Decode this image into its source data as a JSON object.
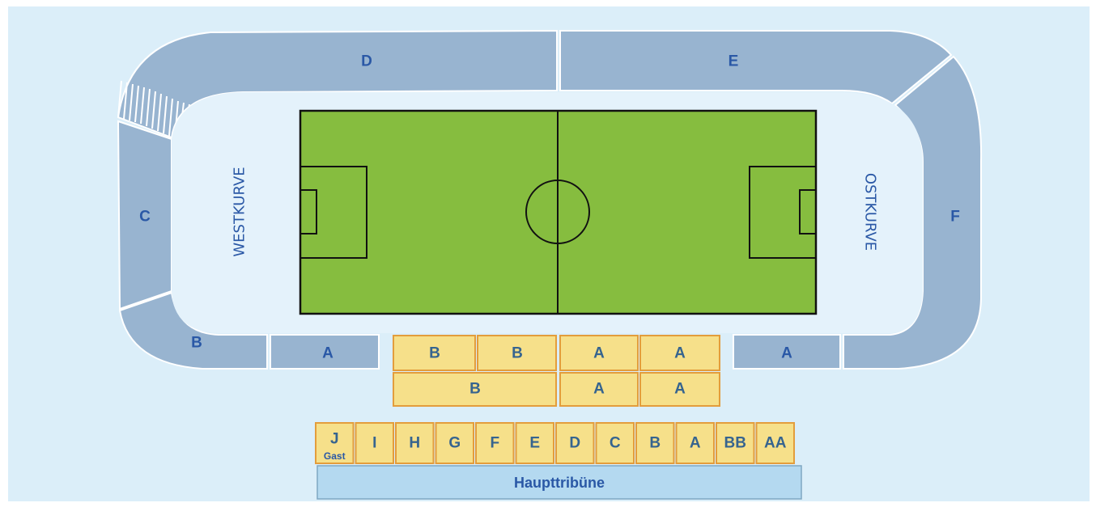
{
  "curves": {
    "west": "WESTKURVE",
    "east": "OSTKURVE"
  },
  "outer_sections": {
    "d": "D",
    "e": "E",
    "c": "C",
    "f": "F",
    "b": "B",
    "a_left": "A",
    "a_right": "A"
  },
  "center_stand": {
    "row1": [
      "B",
      "B",
      "A",
      "A"
    ],
    "row2": [
      "B",
      "A",
      "A"
    ]
  },
  "main_stand": {
    "blocks": [
      "J",
      "I",
      "H",
      "G",
      "F",
      "E",
      "D",
      "C",
      "B",
      "A",
      "BB",
      "AA"
    ],
    "guest_note": "Gast",
    "name": "Haupttribüne"
  },
  "colors": {
    "background": "#dbeef9",
    "stand_grey": "#98b4d0",
    "stand_yellow": "#f6e08a",
    "stand_yellow_border": "#e39d3c",
    "pitch": "#86bd3f",
    "main_stand": "#b4d9f0",
    "label_blue": "#2a58a6"
  }
}
